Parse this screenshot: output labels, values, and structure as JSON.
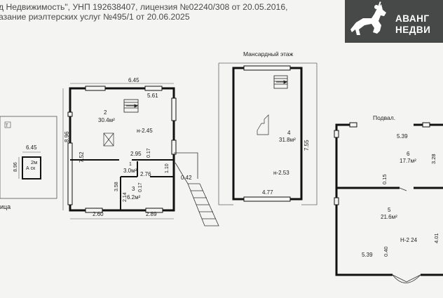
{
  "header": {
    "line1": "д Недвижимость\", УНП 192638407, лицензия №02240/308 от 20.05.2016,",
    "line2": "азание риэлтерских услуг №495/1 от 20.06.2025"
  },
  "logo": {
    "line1": "АВАНГ",
    "line2": "НЕДВИ",
    "icon": "knight-on-horse-icon"
  },
  "colors": {
    "logo_bg": "#474949",
    "wall": "#111111",
    "background": "#f4f4f2"
  },
  "site_plan": {
    "top_dim": "6.45",
    "side_dim": "8.96",
    "room_area": "2м",
    "room_label": "А ск",
    "caption": "ица",
    "compass": "Т"
  },
  "ground_floor": {
    "dims": {
      "top": "6.45",
      "top_inner": "5.61",
      "left_outer": "8.96",
      "left_inner": "7.52",
      "d295": "2.95",
      "d017a": "0.17",
      "d276": "2.76",
      "d110": "1.10",
      "d042": "0.42",
      "d358": "3.58",
      "d214": "2.14",
      "d017b": "0.17",
      "bottom_left": "2.60",
      "bottom_right": "2.89"
    },
    "rooms": [
      {
        "num": "2",
        "area": "30.4м²",
        "height": "н-2.45"
      },
      {
        "num": "1",
        "area": "3.0м²"
      },
      {
        "num": "3",
        "area": "6.2м²"
      }
    ]
  },
  "attic": {
    "title": "Мансардный этаж",
    "room": {
      "num": "4",
      "area": "31.8м²",
      "height": "н-2.53"
    },
    "dims": {
      "right": "7.55",
      "bottom": "4.77"
    }
  },
  "basement": {
    "title": "Подвал.",
    "dims": {
      "top": "5.39",
      "right_top": "3.28",
      "mid": "0.15",
      "right_bottom": "4.01",
      "bottom": "5.39",
      "bottom_mid": "0.40"
    },
    "rooms": [
      {
        "num": "6",
        "area": "17.7м²"
      },
      {
        "num": "5",
        "area": "21.6м²",
        "height": "Н-2 24"
      }
    ]
  }
}
